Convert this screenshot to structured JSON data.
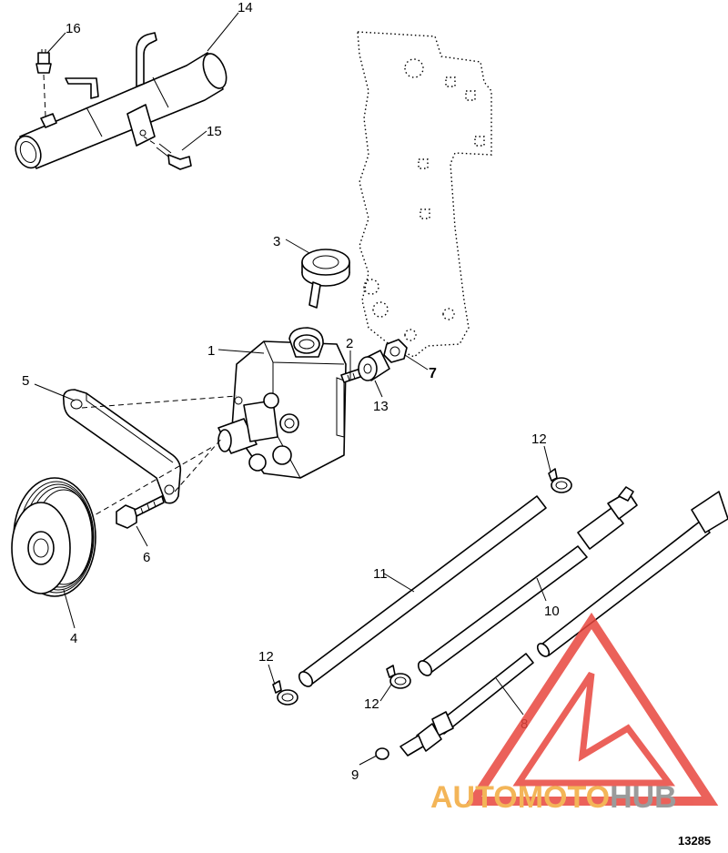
{
  "callouts": {
    "c1": "1",
    "c2": "2",
    "c3": "3",
    "c4": "4",
    "c5": "5",
    "c6": "6",
    "c7": "7",
    "c8": "8",
    "c9": "9",
    "c10": "10",
    "c11": "11",
    "c12a": "12",
    "c12b": "12",
    "c12c": "12",
    "c13": "13",
    "c14": "14",
    "c15": "15",
    "c16": "16"
  },
  "figure_number": "13285",
  "watermark": {
    "part1": "AUTOMOTO",
    "part2": "HUB"
  },
  "colors": {
    "watermark_red": "#e8463e",
    "watermark_orange": "#f2a93b",
    "watermark_gray": "#8a8a8a",
    "line": "#000000"
  }
}
